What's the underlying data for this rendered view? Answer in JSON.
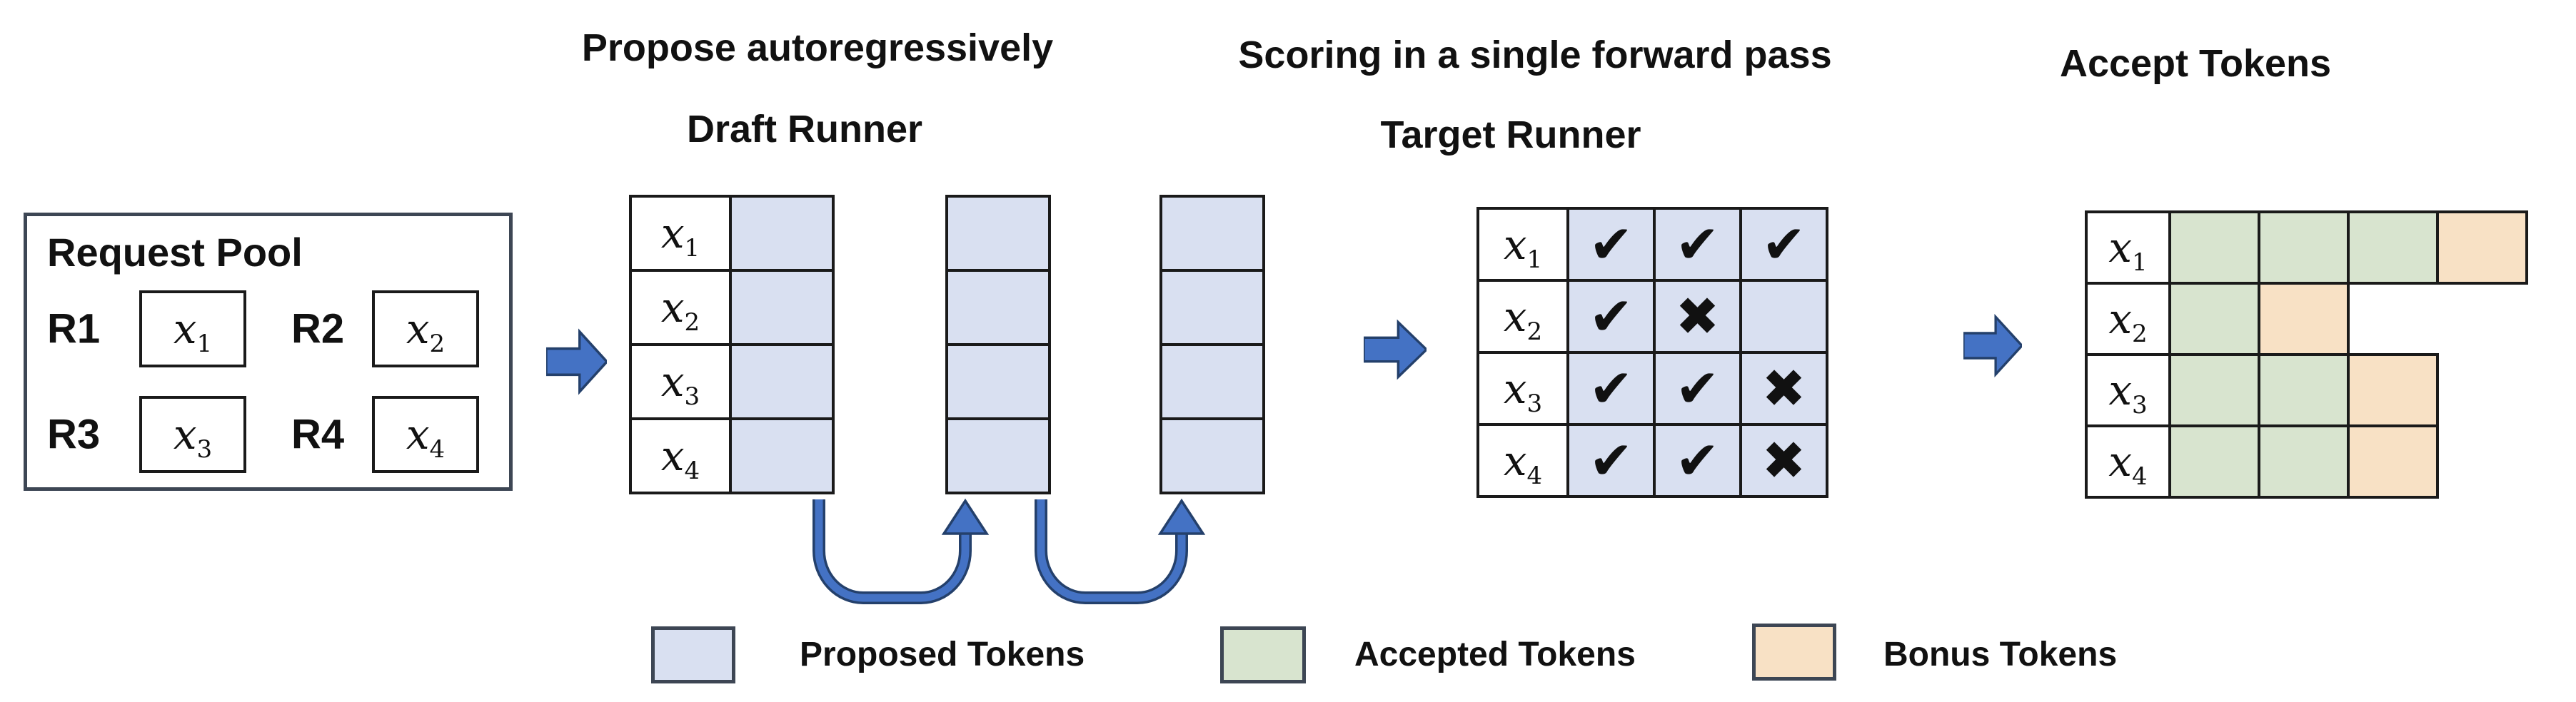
{
  "tokens": [
    {
      "base": "x",
      "sub": "1"
    },
    {
      "base": "x",
      "sub": "2"
    },
    {
      "base": "x",
      "sub": "3"
    },
    {
      "base": "x",
      "sub": "4"
    }
  ],
  "request_pool": {
    "title": "Request Pool",
    "requests": [
      {
        "id": "R1",
        "token_base": "x",
        "token_sub": "1"
      },
      {
        "id": "R2",
        "token_base": "x",
        "token_sub": "2"
      },
      {
        "id": "R3",
        "token_base": "x",
        "token_sub": "3"
      },
      {
        "id": "R4",
        "token_base": "x",
        "token_sub": "4"
      }
    ]
  },
  "draft_section": {
    "heading": "Propose autoregressively",
    "subheading": "Draft Runner",
    "proposal_steps": 3
  },
  "scoring_section": {
    "heading": "Scoring in a single forward pass",
    "subheading": "Target Runner",
    "marks": [
      [
        "✔",
        "✔",
        "✔"
      ],
      [
        "✔",
        "✖",
        ""
      ],
      [
        "✔",
        "✔",
        "✖"
      ],
      [
        "✔",
        "✔",
        "✖"
      ]
    ]
  },
  "accept_section": {
    "heading": "Accept Tokens",
    "cells": [
      [
        "accepted",
        "accepted",
        "accepted",
        "bonus"
      ],
      [
        "accepted",
        "bonus",
        "none",
        "none"
      ],
      [
        "accepted",
        "accepted",
        "bonus",
        "none"
      ],
      [
        "accepted",
        "accepted",
        "bonus",
        "none"
      ]
    ]
  },
  "legend": {
    "items": [
      {
        "label": "Proposed Tokens",
        "type": "proposed"
      },
      {
        "label": "Accepted Tokens",
        "type": "accepted"
      },
      {
        "label": "Bonus Tokens",
        "type": "bonus"
      }
    ]
  },
  "colors": {
    "proposed": "#d9e0f1",
    "accepted": "#d8e4cf",
    "bonus": "#f8e1c5",
    "arrow_fill": "#4472c4",
    "arrow_stroke": "#24406b",
    "grid_border": "#1a1a1a",
    "panel_border": "#3d4654",
    "text": "#111111"
  }
}
